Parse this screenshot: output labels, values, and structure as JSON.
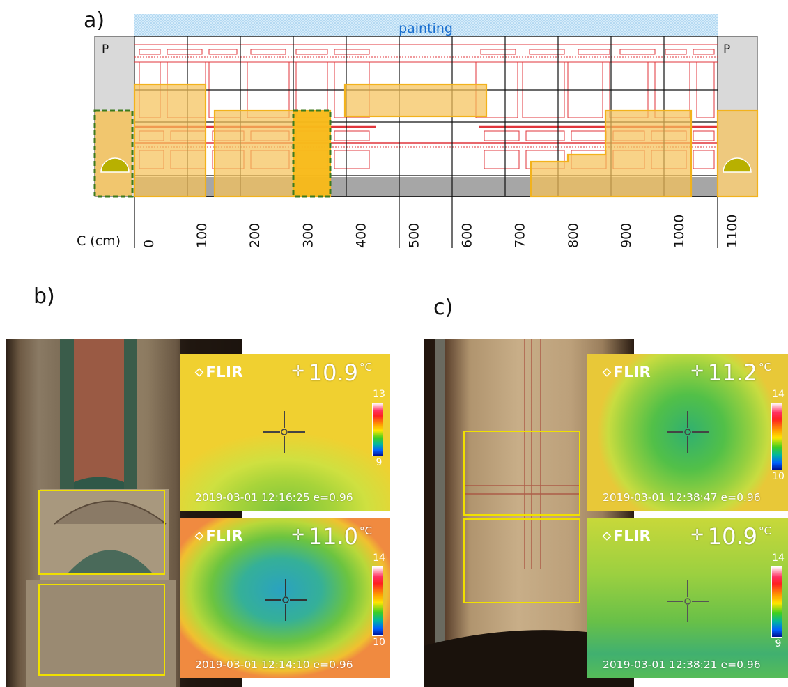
{
  "panels": {
    "a": "a)",
    "b": "b)",
    "c": "c)"
  },
  "diagram": {
    "painting_label": "painting",
    "pillar_label": "P",
    "axis_title": "C (cm)",
    "ticks": [
      "0",
      "100",
      "200",
      "300",
      "400",
      "500",
      "600",
      "700",
      "800",
      "900",
      "1000",
      "1100"
    ]
  },
  "thermal_b_top": {
    "brand": "FLIR",
    "temp": "10.9",
    "unit": "°C",
    "scale_max": "13",
    "scale_min": "9",
    "timestamp": "2019-03-01 12:16:25 e=0.96"
  },
  "thermal_b_bottom": {
    "brand": "FLIR",
    "temp": "11.0",
    "unit": "°C",
    "scale_max": "14",
    "scale_min": "10",
    "timestamp": "2019-03-01 12:14:10 e=0.96"
  },
  "thermal_c_top": {
    "brand": "FLIR",
    "temp": "11.2",
    "unit": "°C",
    "scale_max": "14",
    "scale_min": "10",
    "timestamp": "2019-03-01 12:38:47 e=0.96"
  },
  "thermal_c_bottom": {
    "brand": "FLIR",
    "temp": "10.9",
    "unit": "°C",
    "scale_max": "14",
    "scale_min": "9",
    "timestamp": "2019-03-01 12:38:21 e=0.96"
  },
  "colors": {
    "orange_fill": "#f5c25a",
    "orange_stroke": "#f2b21c",
    "green_dash": "#3d7a1e",
    "red_lines": "#e0353b",
    "painting_blue": "#1a6fcf",
    "pillar_gray": "#d9d9d9"
  }
}
